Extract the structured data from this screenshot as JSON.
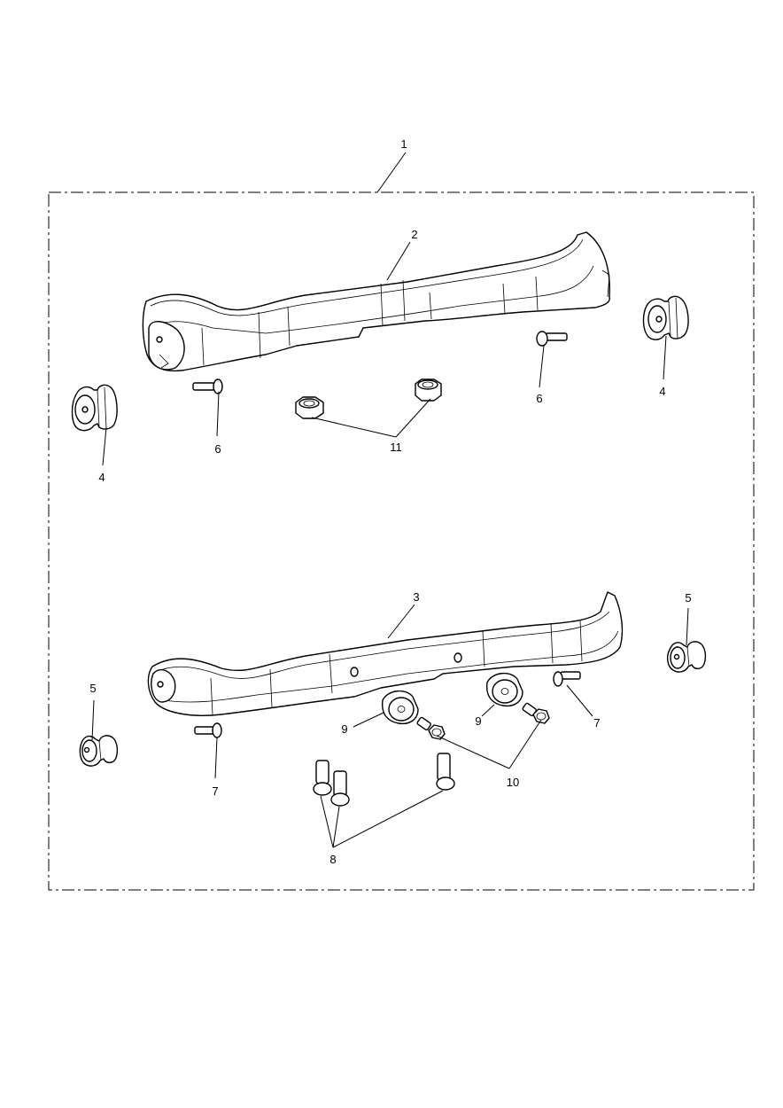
{
  "callouts": {
    "c1": "1",
    "c2": "2",
    "c3": "3",
    "c4a": "4",
    "c4b": "4",
    "c5a": "5",
    "c5b": "5",
    "c6a": "6",
    "c6b": "6",
    "c7a": "7",
    "c7b": "7",
    "c8": "8",
    "c9a": "9",
    "c9b": "9",
    "c10": "10",
    "c11": "11"
  }
}
